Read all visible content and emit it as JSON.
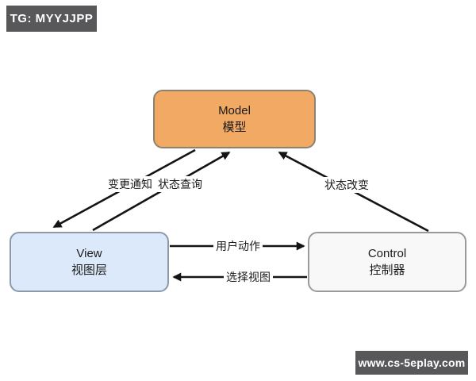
{
  "page": {
    "background": "#ffffff"
  },
  "watermarks": {
    "top_left": "TG: MYYJJPP",
    "bottom_right": "www.cs-5eplay.com",
    "badge_bg": "#58585a",
    "badge_text_color": "#ffffff"
  },
  "diagram": {
    "type": "mvc-architecture",
    "arrow_color": "#141414",
    "nodes": [
      {
        "id": "model",
        "title": "Model",
        "subtitle": "模型",
        "fill": "#f2a964",
        "border": "#8b8274"
      },
      {
        "id": "view",
        "title": "View",
        "subtitle": "视图层",
        "fill": "#dce9fb",
        "border": "#8d99a8"
      },
      {
        "id": "control",
        "title": "Control",
        "subtitle": "控制器",
        "fill": "#f8f8f8",
        "border": "#9a9a9a"
      }
    ],
    "edges": [
      {
        "from": "model",
        "to": "view",
        "label": "变更通知"
      },
      {
        "from": "view",
        "to": "model",
        "label": "状态查询"
      },
      {
        "from": "control",
        "to": "model",
        "label": "状态改变"
      },
      {
        "from": "view",
        "to": "control",
        "label": "用户动作"
      },
      {
        "from": "control",
        "to": "view",
        "label": "选择视图"
      }
    ]
  }
}
